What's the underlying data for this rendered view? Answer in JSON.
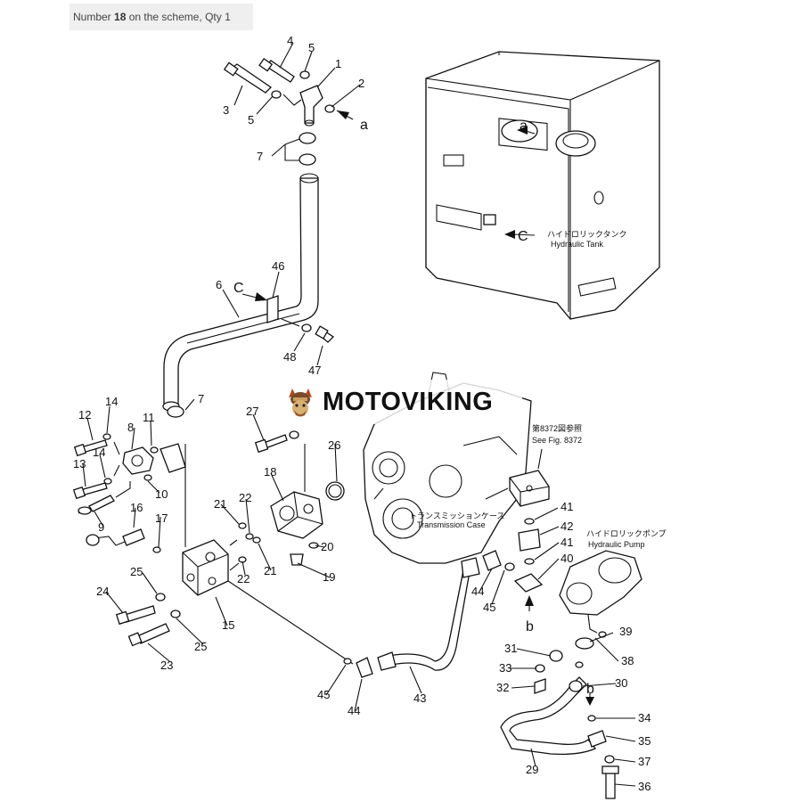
{
  "caption": {
    "prefix": "Number ",
    "number": "18",
    "suffix": " on the scheme, Qty 1"
  },
  "watermark": {
    "brand": "MOTOVIKING"
  },
  "labels": {
    "tank_jp": "ハイドロリックタンク",
    "tank_en": "Hydraulic Tank",
    "trans_jp": "トランスミッションケース",
    "trans_en": "Transmission Case",
    "pump_jp": "ハイドロリックポンプ",
    "pump_en": "Hydraulic Pump",
    "fig_jp": "第8372図参照",
    "fig_en": "See Fig. 8372",
    "ref_a": "a",
    "ref_b": "b",
    "ref_c": "C"
  },
  "callouts": {
    "n1": "1",
    "n2": "2",
    "n3": "3",
    "n4": "4",
    "n5a": "5",
    "n5b": "5",
    "n6": "6",
    "n7a": "7",
    "n7b": "7",
    "n8": "8",
    "n9": "9",
    "n10": "10",
    "n11": "11",
    "n12": "12",
    "n13": "13",
    "n14a": "14",
    "n14b": "14",
    "n15": "15",
    "n16": "16",
    "n17": "17",
    "n18": "18",
    "n19": "19",
    "n20": "20",
    "n21a": "21",
    "n21b": "21",
    "n22a": "22",
    "n22b": "22",
    "n23": "23",
    "n24": "24",
    "n25a": "25",
    "n25b": "25",
    "n26": "26",
    "n27": "27",
    "n29": "29",
    "n30": "30",
    "n31": "31",
    "n32": "32",
    "n33": "33",
    "n34": "34",
    "n35": "35",
    "n36": "36",
    "n37": "37",
    "n38": "38",
    "n39": "39",
    "n40": "40",
    "n41a": "41",
    "n41b": "41",
    "n42": "42",
    "n43": "43",
    "n44a": "44",
    "n44b": "44",
    "n45a": "45",
    "n45b": "45",
    "n46": "46",
    "n47": "47",
    "n48": "48"
  }
}
